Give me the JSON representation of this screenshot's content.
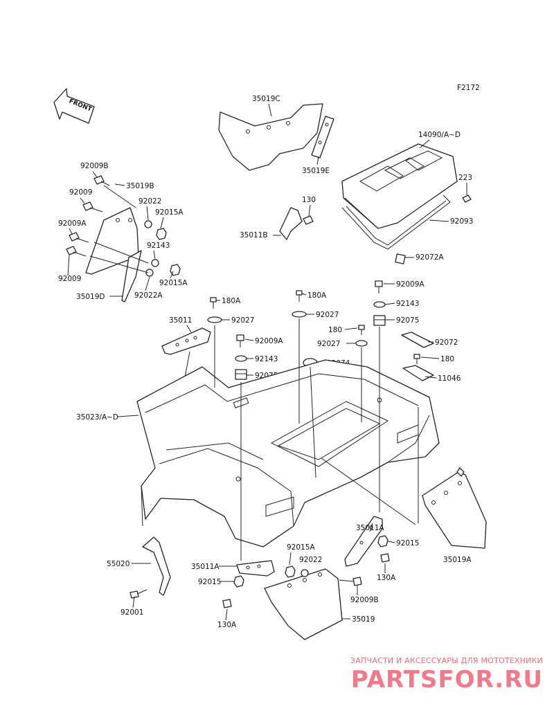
{
  "figure_code": "F2172",
  "front_arrow_label": "FRONT",
  "labels": {
    "p35019C": "35019C",
    "p35019E": "35019E",
    "p14090": "14090/A~D",
    "p223": "223",
    "p92093": "92093",
    "p92072A": "92072A",
    "p130_top": "130",
    "p35011B": "35011B",
    "p92009B_top": "92009B",
    "p35019B": "35019B",
    "p92009_a": "92009",
    "p92022": "92022",
    "p92015A_a": "92015A",
    "p92009A_left": "92009A",
    "p92143_left": "92143",
    "p92009_b": "92009",
    "p92015A_b": "92015A",
    "p35019D": "35019D",
    "p92022A": "92022A",
    "p180A_a": "180A",
    "p180A_b": "180A",
    "p92009A_right": "92009A",
    "p92143_right": "92143",
    "p92075_right": "92075",
    "p35011": "35011",
    "p92027_a": "92027",
    "p92027_b": "92027",
    "p180": "180",
    "p92027_c": "92027",
    "p92072": "92072",
    "p92009A_mid": "92009A",
    "p92143_mid": "92143",
    "p92075_mid": "92075",
    "p92074": "92074",
    "p180_b": "180",
    "p11046": "11046",
    "p130_mid": "130",
    "p35023": "35023/A~D",
    "p35011A_right": "35011A",
    "p92015_right": "92015",
    "p130A_right": "130A",
    "p35019A": "35019A",
    "p92015A_bottom": "92015A",
    "p92022_bottom": "92022",
    "p55020": "55020",
    "p35011A_left": "35011A",
    "p92015_left": "92015",
    "p92009B_bottom": "92009B",
    "p92001": "92001",
    "p130A_left": "130A",
    "p35019": "35019"
  },
  "watermark": {
    "tagline": "ЗАПЧАСТИ И АКСЕССУАРЫ ДЛЯ МОТОТЕХНИКИ",
    "brand": "PARTSFOR.RU",
    "color": "#f07a8a"
  }
}
